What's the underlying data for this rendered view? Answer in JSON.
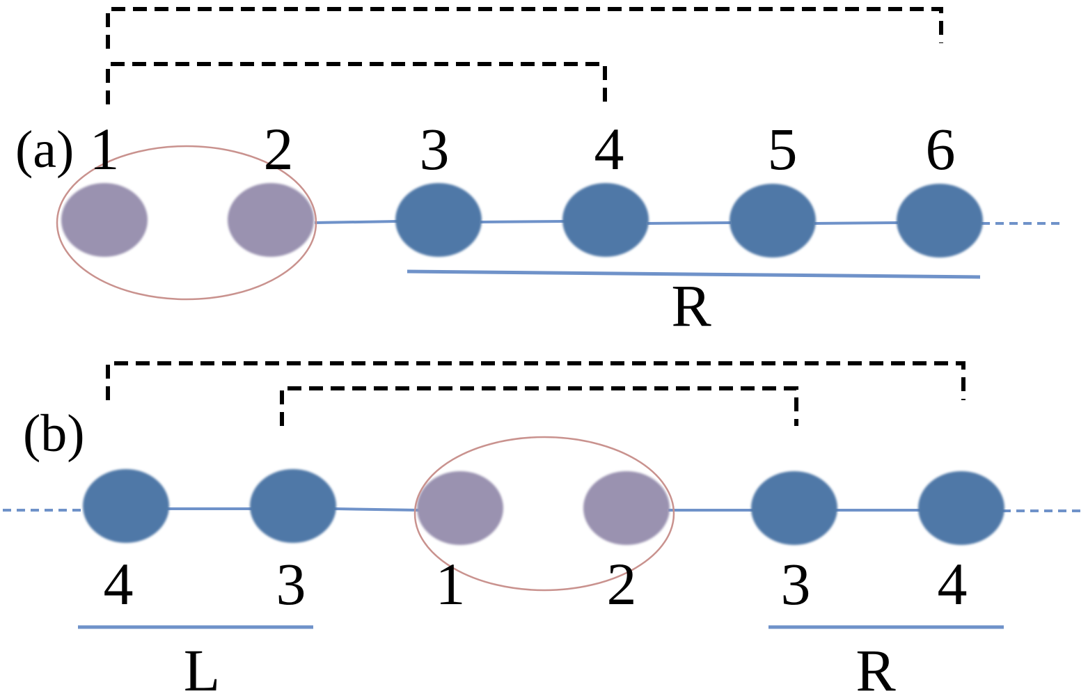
{
  "panel_a": {
    "label": "(a)",
    "site_labels": [
      "1",
      "2",
      "3",
      "4",
      "5",
      "6"
    ],
    "region_label": "R"
  },
  "panel_b": {
    "label": "(b)",
    "site_labels": [
      "4",
      "3",
      "1",
      "2",
      "3",
      "4"
    ],
    "left_region_label": "L",
    "right_region_label": "R"
  },
  "colors": {
    "site_blue": "#4f78a7",
    "site_purple": "#9a92b0",
    "bond": "#6f92c9",
    "pair_ring": "#c9928e",
    "bracket": "#000000"
  }
}
